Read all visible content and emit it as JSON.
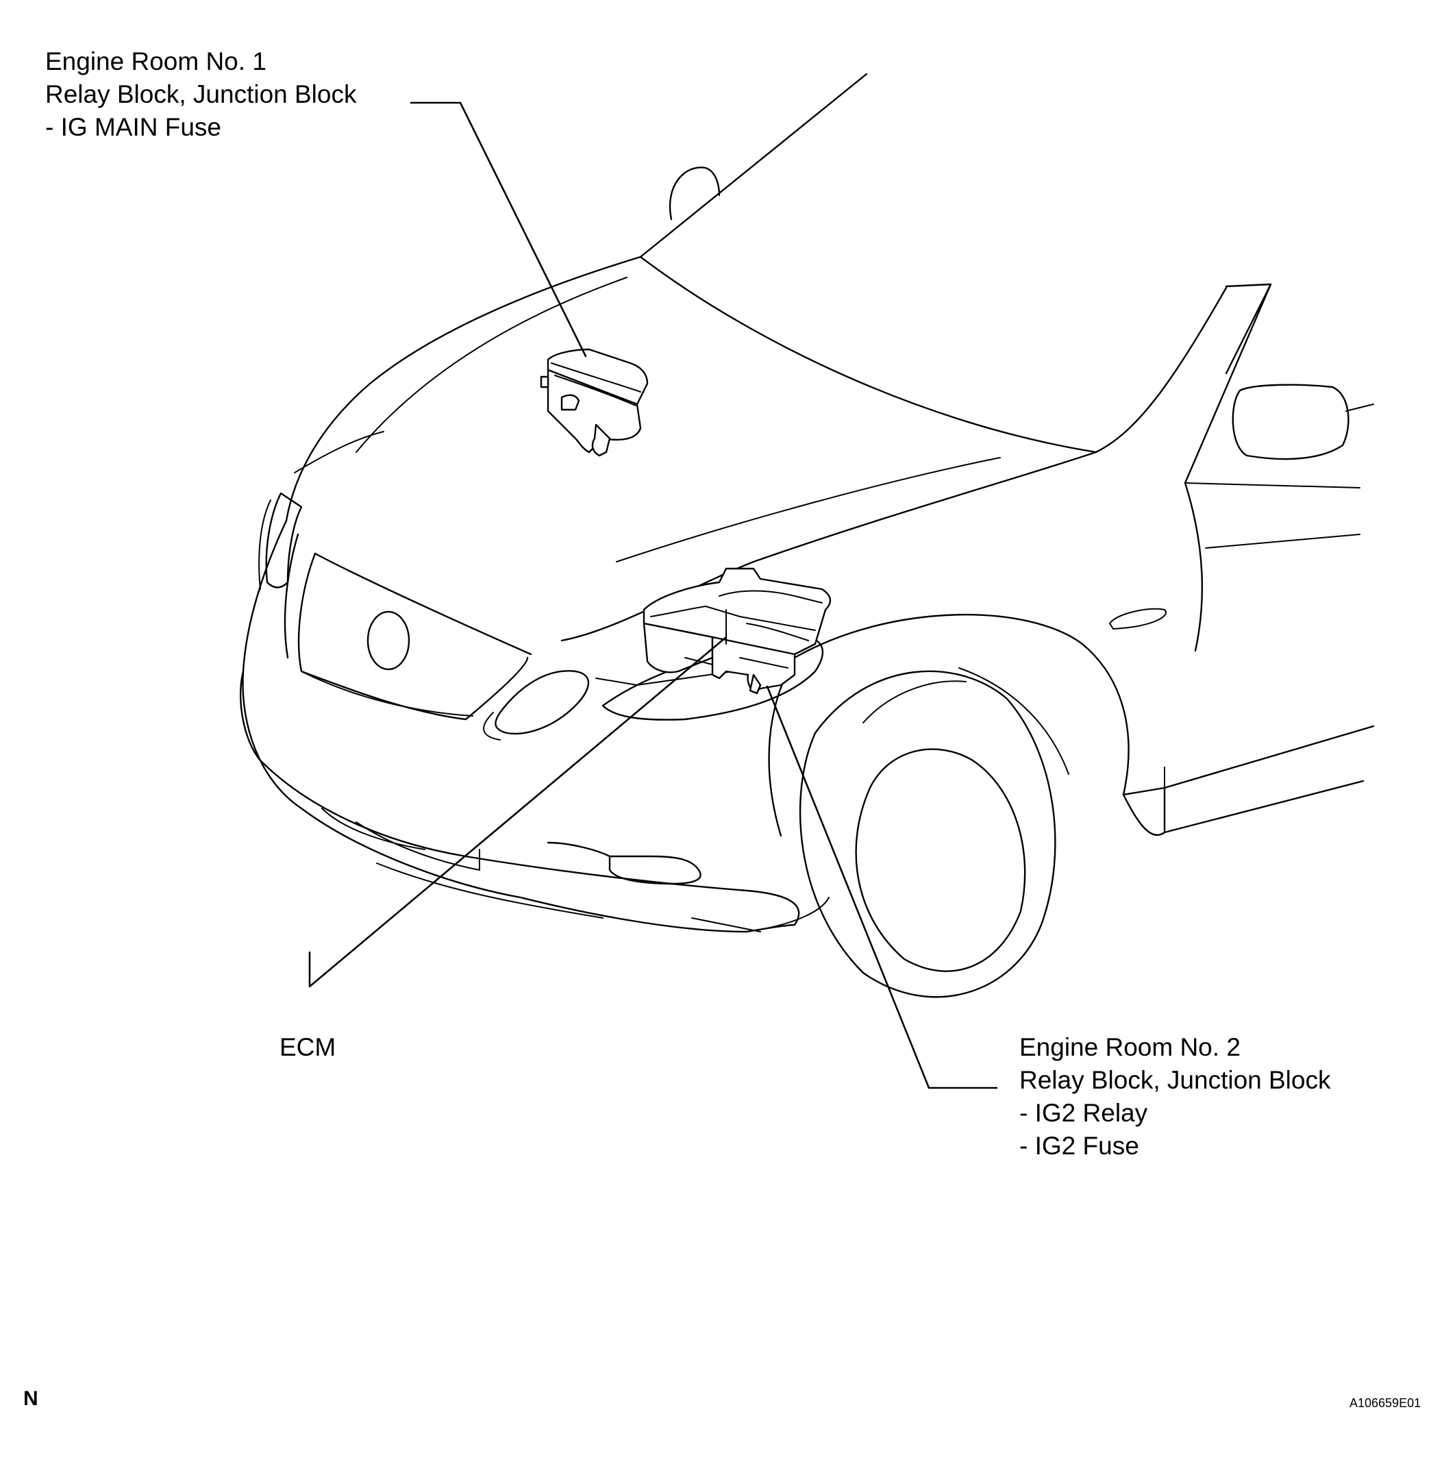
{
  "labels": {
    "relay_block_no1": {
      "line1": "Engine Room No. 1",
      "line2": "Relay Block, Junction Block",
      "line3": "- IG MAIN Fuse"
    },
    "ecm": "ECM",
    "relay_block_no2": {
      "line1": "Engine Room No. 2",
      "line2": "Relay Block, Junction Block",
      "line3": "- IG2 Relay",
      "line4": "- IG2 Fuse"
    }
  },
  "corner_mark": "N",
  "figure_id": "A106659E01"
}
